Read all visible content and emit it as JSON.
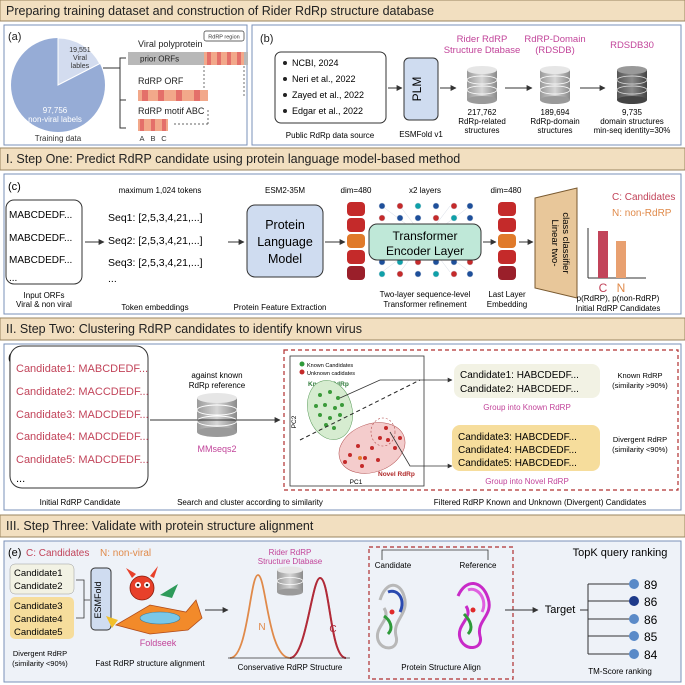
{
  "section_headers": {
    "prep": "Preparing training dataset and construction of Rider RdRp structure database",
    "step1": "I. Step One: Predict RdRP candidate using protein language model-based method",
    "step2": "II. Step Two: Clustering RdRP candidates to identify known virus",
    "step3": "III. Step Three: Validate with protein structure alignment"
  },
  "panel_a": {
    "label": "(a)",
    "viral_count": "19,551",
    "viral_l1": "Viral",
    "viral_l2": "lables",
    "nonviral_count": "97,756",
    "nonviral_label": "non-viral labels",
    "caption": "Training data",
    "polyprotein": "Viral polyprotein",
    "rdrp_region": "RdRP region",
    "prior_orfs": "prior ORFs",
    "rdrp_orf": "RdRP ORF",
    "motif": "RdRP motif ABC",
    "motif_a": "A",
    "motif_b": "B",
    "motif_c": "C"
  },
  "panel_b": {
    "label": "(b)",
    "sources": [
      "NCBI, 2024",
      "Neri et al., 2022",
      "Zayed et al., 2022",
      "Edgar et al., 2022"
    ],
    "source_caption": "Public RdRp data source",
    "plm": "PLM",
    "esmfold": "ESMFold v1",
    "db1_title_1": "Rider RdRP",
    "db1_title_2": "Structure Dtabase",
    "db1_count": "217,762",
    "db1_l1": "RdRp-related",
    "db1_l2": "structures",
    "db2_title_1": "RdRP-Domain",
    "db2_title_2": "(RDSDB)",
    "db2_count": "189,694",
    "db2_l1": "RdRp-domain",
    "db2_l2": "structures",
    "db3_title": "RDSDB30",
    "db3_count": "9,735",
    "db3_l1": "domain structures",
    "db3_l2": "min-seq identity=30%"
  },
  "panel_c": {
    "label": "(c)",
    "orfs": [
      "MABCDEDF...",
      "MABCDEDF...",
      "MABCDEDF...",
      "..."
    ],
    "orf_caption_1": "Input ORFs",
    "orf_caption_2": "Viral & non viral",
    "max_tokens": "maximum 1,024 tokens",
    "seqs": [
      "Seq1: [2,5,3,4,21,...]",
      "Seq2: [2,5,3,4,21,...]",
      "Seq3: [2,5,3,4,21,...]",
      "..."
    ],
    "token_caption": "Token embeddings",
    "model_name": "ESM2-35M",
    "plm_1": "Protein",
    "plm_2": "Language",
    "plm_3": "Model",
    "plm_caption": "Protein Feature Extraction",
    "dim1": "dim=480",
    "layers": "x2 layers",
    "transformer_1": "Transformer",
    "transformer_2": "Encoder Layer",
    "transformer_caption_1": "Two-layer sequence-level",
    "transformer_caption_2": "Transformer refinement",
    "dim2": "dim=480",
    "last_layer_1": "Last Layer",
    "last_layer_2": "Embedding",
    "classifier_1": "Linear two-",
    "classifier_2": "class classifier",
    "legend_c": "C: Candidates",
    "legend_n": "N: non-RdRP",
    "bar_c": "C",
    "bar_n": "N",
    "prob_caption": "p(RdRP), p(non-RdRP)",
    "initial_caption": "Initial RdRP Candidates"
  },
  "panel_d": {
    "label": "(d)",
    "candidates": [
      "Candidate1: MABCDEDF...",
      "Candidate2: MACCDEDF...",
      "Candidate3: MADCDEDF...",
      "Candidate4: MADCDEDF...",
      "Candidate5: MADCDEDF...",
      "..."
    ],
    "initial_caption": "Initial RdRP Candidate",
    "against_1": "against known",
    "against_2": "RdRp reference",
    "mmseqs": "MMseqs2",
    "search_caption": "Search and cluster according to similarity",
    "legend_known": "Known Candidates",
    "legend_unknown": "Unknown cadidates",
    "known_rdrp": "Known RdRp",
    "novel_rdrp": "Novel RdRp",
    "pc1": "PC1",
    "pc2": "PC2",
    "known_group": [
      "Candidate1: HABCDEDF...",
      "Candidate2: HABCDEDF..."
    ],
    "known_group_caption": "Group into Known RdRP",
    "known_sim_1": "Known RdRP",
    "known_sim_2": "(similarity >90%)",
    "novel_group": [
      "Candidate3: HABCDEDF...",
      "Candidate4: HABCDEDF...",
      "Candidate5: HABCDEDF..."
    ],
    "novel_group_caption": "Group into Novel RdRP",
    "novel_sim_1": "Divergent RdRP",
    "novel_sim_2": "(similarity <90%)",
    "filtered_caption": "Filtered RdRP Known and Unknown (Divergent) Candidates"
  },
  "panel_e": {
    "label": "(e)",
    "legend_c": "C: Candidates",
    "legend_n": "N: non-viral",
    "top_candidates": [
      "Candidate1",
      "Candidate2"
    ],
    "bottom_candidates": [
      "Candidate3",
      "Candidate4",
      "Candidate5"
    ],
    "divergent_1": "Divergent RdRP",
    "divergent_2": "(similarity <90%)",
    "esmfold": "ESMFold",
    "foldseek": "Foldseek",
    "fast_caption": "Fast RdRP structure alignment",
    "db_title_1": "Rider RdRP",
    "db_title_2": "Structure Dtabase",
    "peak_n": "N",
    "peak_c": "C",
    "conservative_caption": "Conservative RdRP Structure",
    "candidate_label": "Candidate",
    "reference_label": "Reference",
    "align_caption": "Protein Structure Align",
    "target": "Target",
    "topk": "TopK query ranking",
    "scores": [
      "89",
      "86",
      "86",
      "85",
      "84"
    ],
    "tm_caption": "TM-Score ranking"
  }
}
